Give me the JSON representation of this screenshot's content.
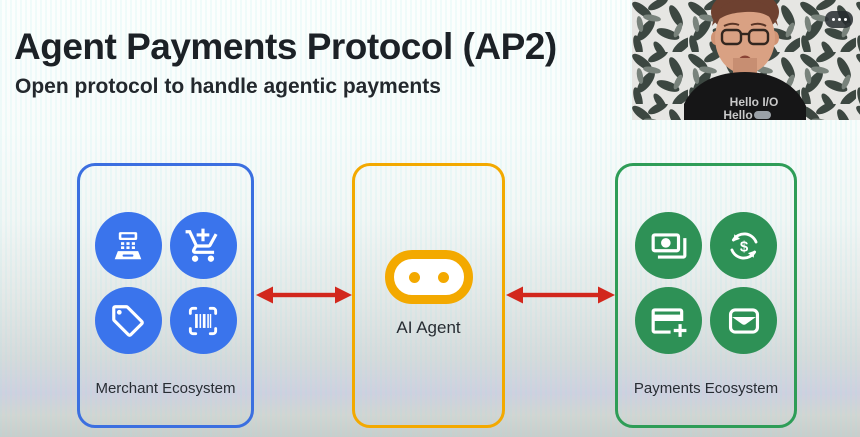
{
  "slide": {
    "title": "Agent Payments Protocol (AP2)",
    "subtitle": "Open protocol to handle agentic payments"
  },
  "diagram": {
    "merchant": {
      "label": "Merchant Ecosystem",
      "icons": [
        "cash-register",
        "add-shopping-cart",
        "price-tag",
        "barcode-scanner"
      ]
    },
    "ai_agent": {
      "label": "AI Agent",
      "icon": "robot-face"
    },
    "payments": {
      "label": "Payments Ecosystem",
      "icons": [
        "cash",
        "currency-exchange",
        "add-card",
        "wallet"
      ]
    },
    "connections": [
      {
        "from": "merchant",
        "to": "ai_agent",
        "style": "double-headed-arrow"
      },
      {
        "from": "ai_agent",
        "to": "payments",
        "style": "double-headed-arrow"
      }
    ]
  },
  "webcam": {
    "shirt_line1": "Hello I/O",
    "shirt_line2": "Hello",
    "menu_icon": "more-options"
  },
  "theme": {
    "blue": "#3a74ec",
    "blue_border": "#3b6fe0",
    "yellow": "#f3a900",
    "green": "#2e9156",
    "green_border": "#2e9d57",
    "red": "#d2271c",
    "title_color": "#1c2126"
  }
}
